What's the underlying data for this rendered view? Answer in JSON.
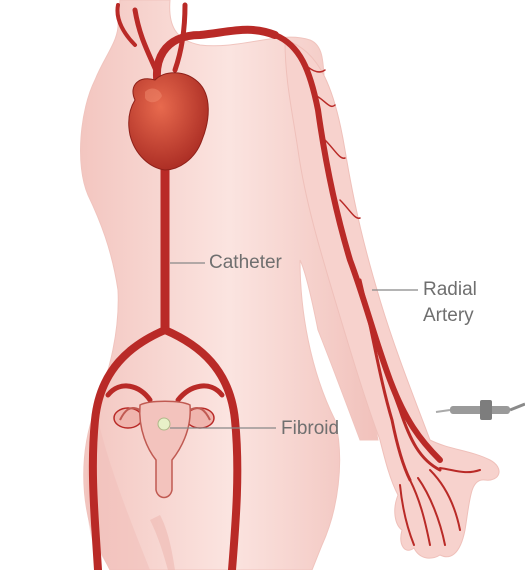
{
  "labels": {
    "catheter": "Catheter",
    "radial_line1": "Radial",
    "radial_line2": "Artery",
    "fibroid": "Fibroid"
  },
  "colors": {
    "skin": "#f8d7d3",
    "skin_shade": "#f1bfb9",
    "artery": "#b92a27",
    "heart": "#c9412f",
    "label_text": "#6f6f6f",
    "leader_line": "#888888"
  }
}
